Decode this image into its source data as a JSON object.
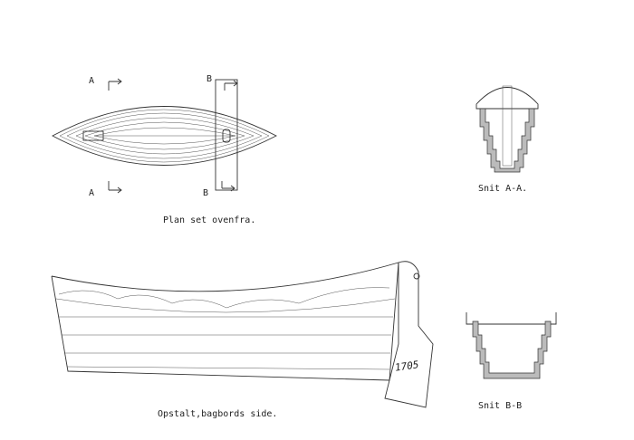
{
  "labels": {
    "plan_view": "Plan set ovenfra.",
    "section_a": "Snit A-A.",
    "elevation": "Opstalt,bagbords side.",
    "section_b": "Snit B-B",
    "marker_a": "A",
    "marker_b": "B",
    "year": "1705"
  }
}
